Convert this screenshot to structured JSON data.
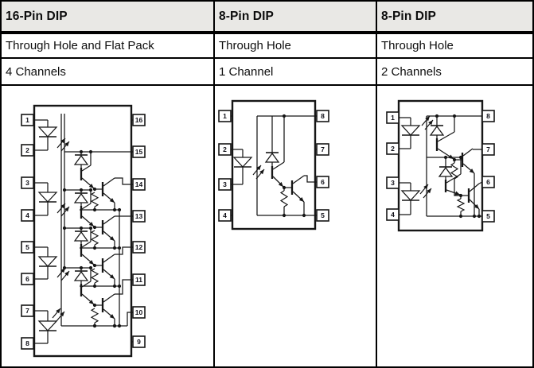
{
  "colors": {
    "ink": "#161616",
    "header_bg": "#e9e8e5",
    "border": "#000000"
  },
  "table": {
    "columns": [
      {
        "header": "16-Pin DIP",
        "mount": "Through Hole and Flat Pack",
        "channels": "4 Channels"
      },
      {
        "header": "8-Pin DIP",
        "mount": "Through Hole",
        "channels": "1 Channel"
      },
      {
        "header": "8-Pin DIP",
        "mount": "Through Hole",
        "channels": "2 Channels"
      }
    ]
  },
  "diagrams": [
    {
      "name": "dip16-schematic",
      "left_pins": [
        "1",
        "2",
        "3",
        "4",
        "5",
        "6",
        "7",
        "8"
      ],
      "right_pins": [
        "16",
        "15",
        "14",
        "13",
        "12",
        "11",
        "10",
        "9"
      ]
    },
    {
      "name": "dip8-1ch-schematic",
      "left_pins": [
        "1",
        "2",
        "3",
        "4"
      ],
      "right_pins": [
        "8",
        "7",
        "6",
        "5"
      ]
    },
    {
      "name": "dip8-2ch-schematic",
      "left_pins": [
        "1",
        "2",
        "3",
        "4"
      ],
      "right_pins": [
        "8",
        "7",
        "6",
        "5"
      ]
    }
  ]
}
